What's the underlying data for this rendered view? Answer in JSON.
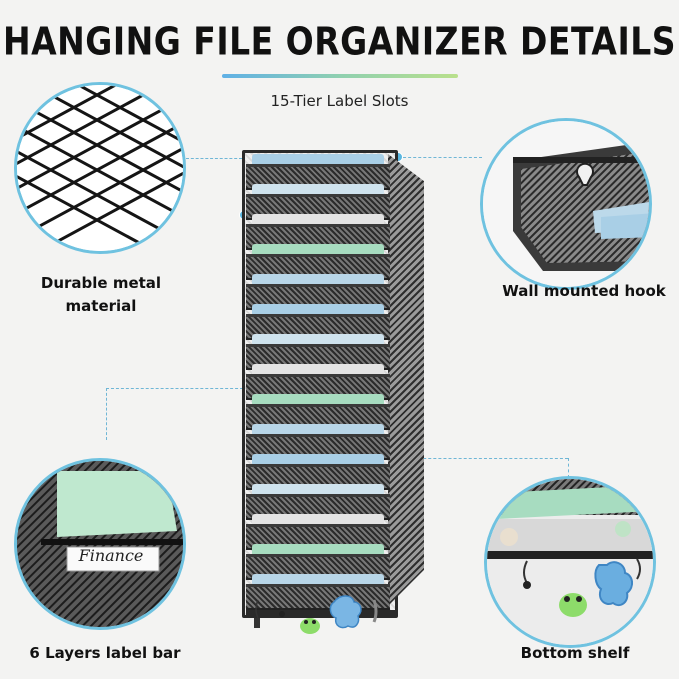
{
  "header": {
    "title": "HANGING FILE ORGANIZER DETAILS",
    "subtitle": "15-Tier Label Slots"
  },
  "features": {
    "top_left": "Durable metal material",
    "top_right": "Wall mounted hook",
    "bottom_left": "6 Layers label bar",
    "bottom_right": "Bottom shelf"
  },
  "label_card_text": "Finance",
  "colors": {
    "accent_blue": "#6fc2e0",
    "gradient_start": "#5fb0e6",
    "gradient_end": "#b9e08c",
    "folder_blue": "#a9cfe6",
    "folder_green": "#a7dcc0"
  },
  "tiers": 15
}
